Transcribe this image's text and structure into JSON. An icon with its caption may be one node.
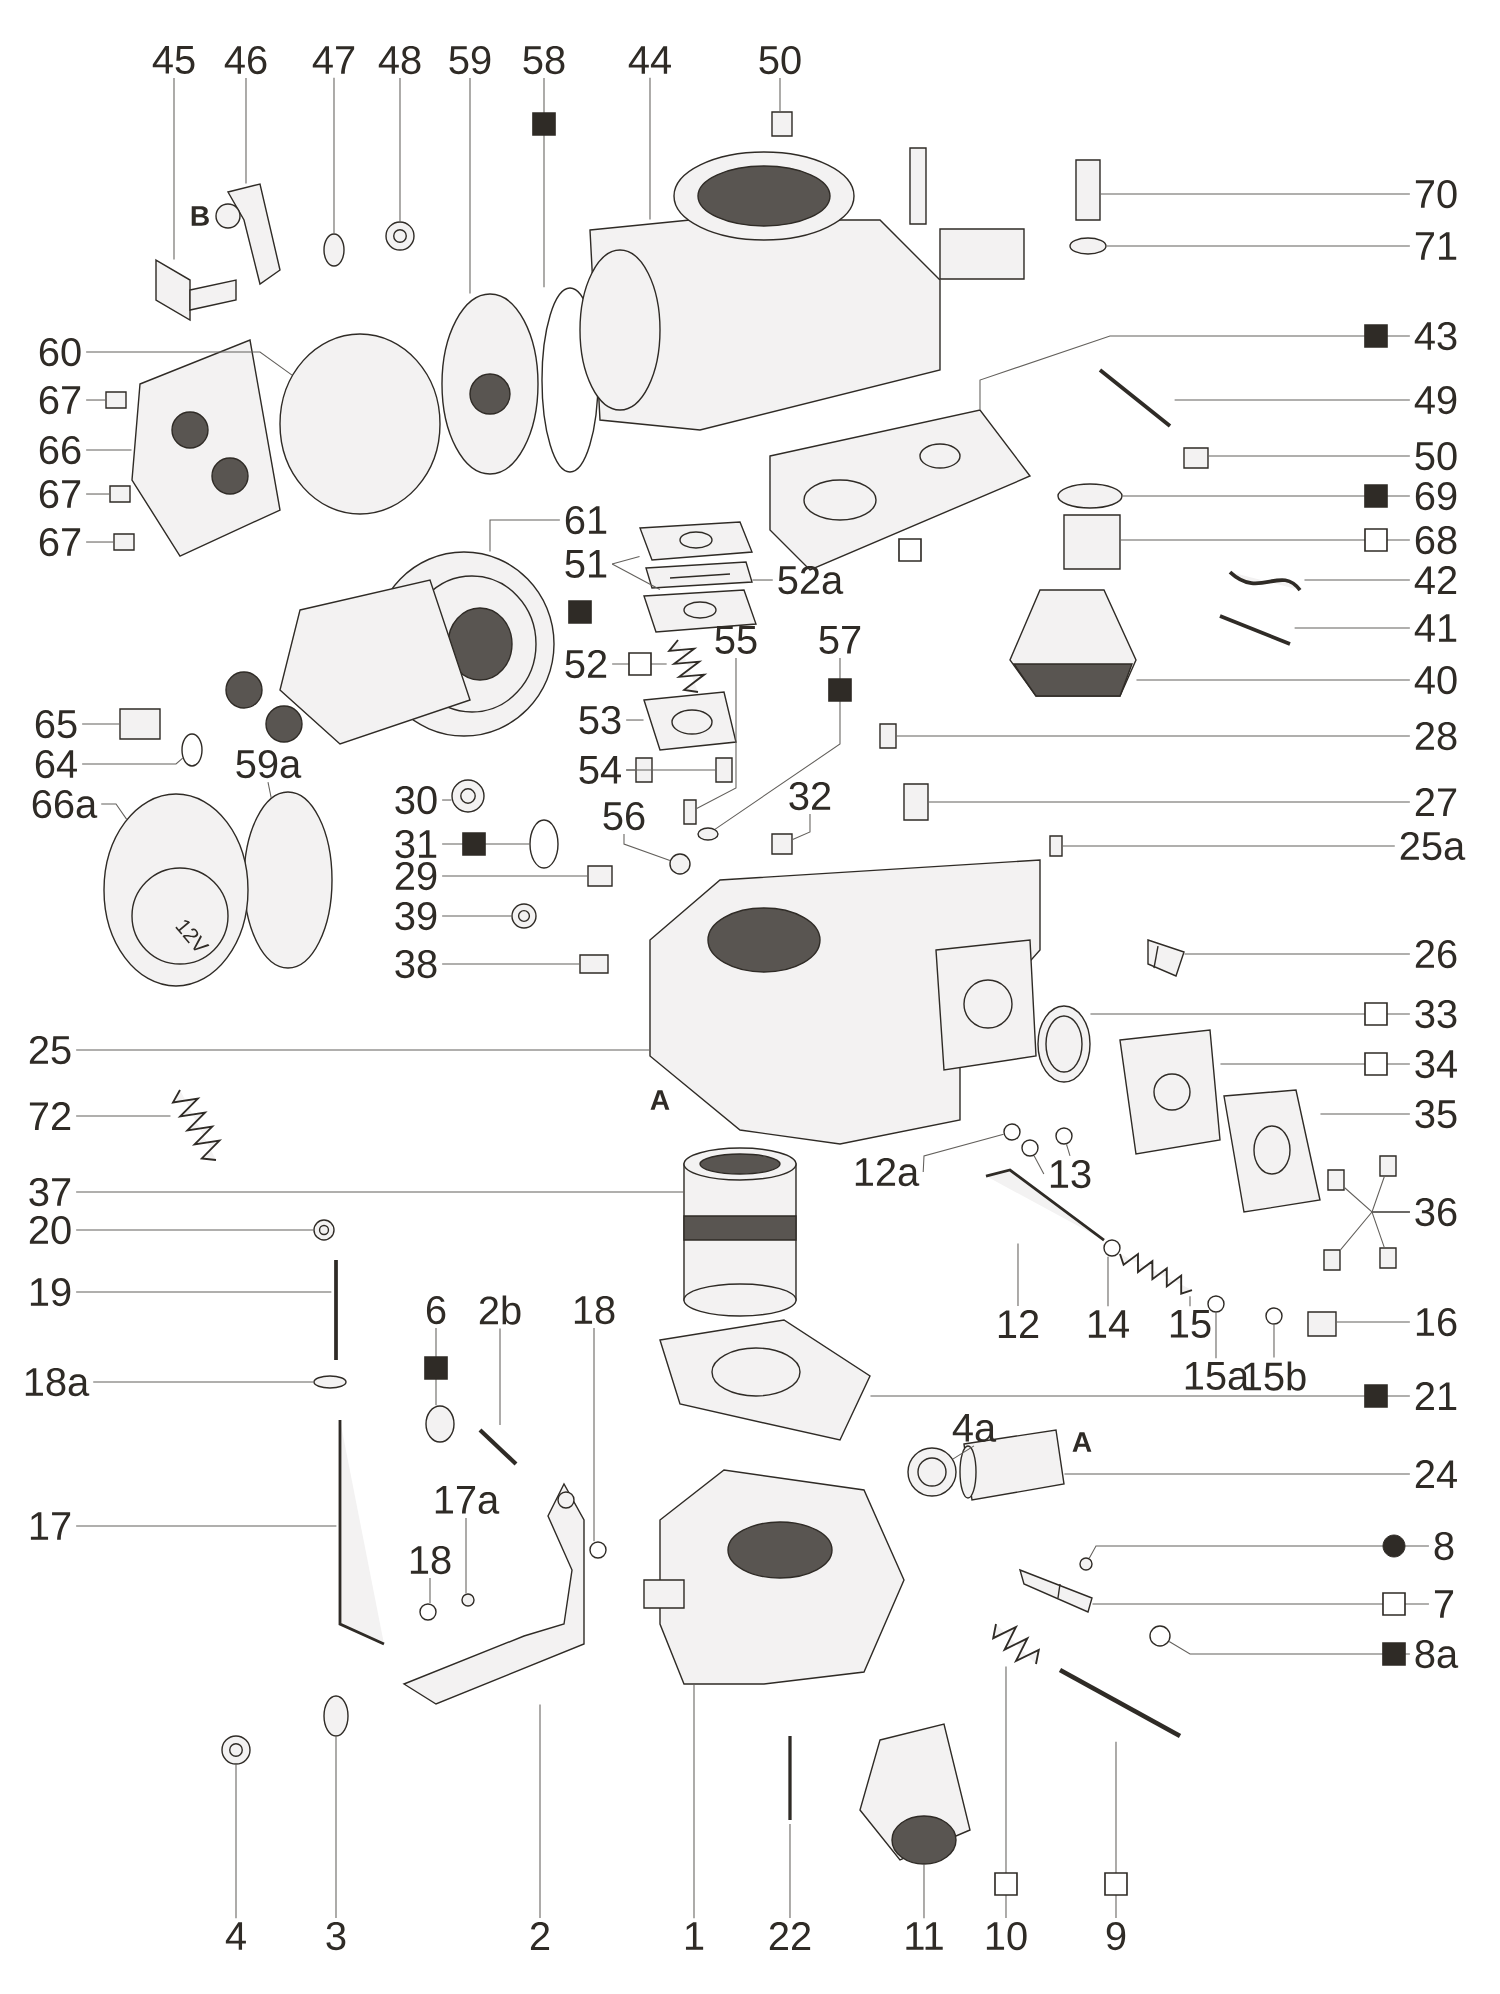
{
  "diagram": {
    "nodes": [
      {
        "text": [
          "45"
        ]
      },
      {
        "text": [
          "46"
        ]
      },
      {
        "text": [
          "47"
        ]
      },
      {
        "text": [
          "48"
        ]
      },
      {
        "text": [
          "59"
        ]
      },
      {
        "text": [
          "58"
        ]
      },
      {
        "text": [
          "44"
        ]
      },
      {
        "text": [
          "50"
        ]
      },
      {
        "text": [
          "70"
        ]
      },
      {
        "text": [
          "71"
        ]
      },
      {
        "text": [
          "43"
        ]
      },
      {
        "text": [
          "49"
        ]
      },
      {
        "text": [
          "50"
        ]
      },
      {
        "text": [
          "69"
        ]
      },
      {
        "text": [
          "68"
        ]
      },
      {
        "text": [
          "42"
        ]
      },
      {
        "text": [
          "41"
        ]
      },
      {
        "text": [
          "40"
        ]
      },
      {
        "text": [
          "28"
        ]
      },
      {
        "text": [
          "27"
        ]
      },
      {
        "text": [
          "25a"
        ]
      },
      {
        "text": [
          "26"
        ]
      },
      {
        "text": [
          "33"
        ]
      },
      {
        "text": [
          "34"
        ]
      },
      {
        "text": [
          "35"
        ]
      },
      {
        "text": [
          "36"
        ]
      },
      {
        "text": [
          "16"
        ]
      },
      {
        "text": [
          "21"
        ]
      },
      {
        "text": [
          "24"
        ]
      },
      {
        "text": [
          "8"
        ]
      },
      {
        "text": [
          "7"
        ]
      },
      {
        "text": [
          "8a"
        ]
      },
      {
        "text": [
          "60"
        ]
      },
      {
        "text": [
          "67"
        ]
      },
      {
        "text": [
          "66"
        ]
      },
      {
        "text": [
          "67"
        ]
      },
      {
        "text": [
          "67"
        ]
      },
      {
        "text": [
          "61"
        ]
      },
      {
        "text": [
          "51"
        ]
      },
      {
        "text": [
          "52"
        ]
      },
      {
        "text": [
          "52a"
        ]
      },
      {
        "text": [
          "53"
        ]
      },
      {
        "text": [
          "54"
        ]
      },
      {
        "text": [
          "55"
        ]
      },
      {
        "text": [
          "57"
        ]
      },
      {
        "text": [
          "56"
        ]
      },
      {
        "text": [
          "32"
        ]
      },
      {
        "text": [
          "30"
        ]
      },
      {
        "text": [
          "31"
        ]
      },
      {
        "text": [
          "29"
        ]
      },
      {
        "text": [
          "39"
        ]
      },
      {
        "text": [
          "38"
        ]
      },
      {
        "text": [
          "65"
        ]
      },
      {
        "text": [
          "64"
        ]
      },
      {
        "text": [
          "66a"
        ]
      },
      {
        "text": [
          "59a"
        ]
      },
      {
        "text": [
          "25"
        ]
      },
      {
        "text": [
          "72"
        ]
      },
      {
        "text": [
          "37"
        ]
      },
      {
        "text": [
          "20"
        ]
      },
      {
        "text": [
          "19"
        ]
      },
      {
        "text": [
          "18a"
        ]
      },
      {
        "text": [
          "17"
        ]
      },
      {
        "text": [
          "6"
        ]
      },
      {
        "text": [
          "2b"
        ]
      },
      {
        "text": [
          "18"
        ]
      },
      {
        "text": [
          "17a"
        ]
      },
      {
        "text": [
          "18"
        ]
      },
      {
        "text": [
          "4"
        ]
      },
      {
        "text": [
          "3"
        ]
      },
      {
        "text": [
          "2"
        ]
      },
      {
        "text": [
          "1"
        ]
      },
      {
        "text": [
          "22"
        ]
      },
      {
        "text": [
          "11"
        ]
      },
      {
        "text": [
          "10"
        ]
      },
      {
        "text": [
          "9"
        ]
      },
      {
        "text": [
          "12a"
        ]
      },
      {
        "text": [
          "13"
        ]
      },
      {
        "text": [
          "12"
        ]
      },
      {
        "text": [
          "14"
        ]
      },
      {
        "text": [
          "15"
        ]
      },
      {
        "text": [
          "15a"
        ]
      },
      {
        "text": [
          "15b"
        ]
      },
      {
        "text": [
          "4a"
        ]
      },
      {
        "text": [],
        "shape": "picture"
      },
      {
        "text": [],
        "shape": "picture"
      },
      {
        "text": [],
        "shape": "circle"
      },
      {
        "text": [],
        "shape": "picture"
      },
      {
        "text": [],
        "shape": "picture"
      },
      {
        "text": [],
        "shape": "circle"
      },
      {
        "text": [],
        "shape": "picture"
      },
      {
        "text": [],
        "shape": "box"
      },
      {
        "text": [],
        "shape": "box"
      },
      {
        "text": [],
        "shape": "circle"
      },
      {
        "text": [],
        "shape": "picture"
      },
      {
        "text": [],
        "shape": "picture"
      },
      {
        "text": [],
        "shape": "box"
      },
      {
        "text": [],
        "shape": "circle"
      },
      {
        "text": [],
        "shape": "box"
      },
      {
        "text": [],
        "shape": "picture"
      },
      {
        "text": [],
        "shape": "picture"
      },
      {
        "text": [],
        "shape": "picture"
      },
      {
        "text": [],
        "shape": "box"
      },
      {
        "text": [],
        "shape": "box"
      },
      {
        "text": [],
        "shape": "box"
      },
      {
        "text": [],
        "shape": "picture"
      },
      {
        "text": [],
        "shape": "picture"
      },
      {
        "text": [],
        "shape": "picture"
      },
      {
        "text": [],
        "shape": "picture"
      },
      {
        "text": [],
        "shape": "box"
      },
      {
        "text": [],
        "shape": "box"
      },
      {
        "text": [],
        "shape": "box"
      },
      {
        "text": [],
        "shape": "box"
      },
      {
        "text": [],
        "shape": "box"
      },
      {
        "text": [],
        "shape": "picture"
      },
      {
        "text": [],
        "shape": "picture"
      },
      {
        "text": [],
        "shape": "circle"
      },
      {
        "text": [],
        "shape": "picture"
      },
      {
        "text": [],
        "shape": "circle"
      },
      {
        "text": [],
        "shape": "circle"
      },
      {
        "text": [],
        "shape": "box"
      },
      {
        "text": [],
        "shape": "picture"
      },
      {
        "text": [],
        "shape": "box"
      },
      {
        "text": [],
        "shape": "box"
      },
      {
        "text": [],
        "shape": "picture"
      },
      {
        "text": [],
        "shape": "picture"
      },
      {
        "text": [],
        "shape": "picture"
      },
      {
        "text": [],
        "shape": "picture"
      },
      {
        "text": [],
        "shape": "picture"
      },
      {
        "text": [],
        "shape": "picture"
      },
      {
        "text": [],
        "shape": "box"
      },
      {
        "text": [],
        "shape": "box"
      },
      {
        "text": [],
        "shape": "box"
      },
      {
        "text": [],
        "shape": "circle"
      },
      {
        "text": [],
        "shape": "circle"
      },
      {
        "text": [],
        "shape": "box"
      },
      {
        "text": [],
        "shape": "picture"
      },
      {
        "text": [],
        "shape": "circle"
      },
      {
        "text": [],
        "shape": "box"
      },
      {
        "text": [],
        "shape": "picture"
      },
      {
        "text": [],
        "shape": "box"
      },
      {
        "text": [],
        "shape": "box"
      },
      {
        "text": [],
        "shape": "circle"
      },
      {
        "text": [],
        "shape": "picture"
      },
      {
        "text": [],
        "shape": "circle"
      },
      {
        "text": [],
        "shape": "picture"
      },
      {
        "text": [],
        "shape": "picture"
      },
      {
        "text": [],
        "shape": "picture"
      },
      {
        "text": [],
        "shape": "picture"
      },
      {
        "text": [],
        "shape": "picture"
      },
      {
        "text": [],
        "shape": "circle"
      },
      {
        "text": [],
        "shape": "picture"
      },
      {
        "text": [],
        "shape": "circle"
      },
      {
        "text": [],
        "shape": "picture"
      },
      {
        "text": [],
        "shape": "circle"
      },
      {
        "text": [],
        "shape": "circle"
      },
      {
        "text": [],
        "shape": "circle"
      },
      {
        "text": [],
        "shape": "picture"
      },
      {
        "text": [],
        "shape": "circle"
      },
      {
        "text": [],
        "shape": "picture"
      },
      {
        "text": [],
        "shape": "picture"
      },
      {
        "text": [],
        "shape": "picture"
      },
      {
        "text": [],
        "shape": "picture"
      },
      {
        "text": [],
        "shape": "picture"
      },
      {
        "text": [],
        "shape": "picture"
      },
      {
        "text": [],
        "shape": "circle"
      },
      {
        "text": [],
        "shape": "circle"
      },
      {
        "text": [],
        "shape": "circle"
      },
      {
        "text": [],
        "shape": "picture"
      },
      {
        "text": [],
        "shape": "circle"
      },
      {
        "text": [],
        "shape": "picture"
      },
      {
        "text": [],
        "shape": "circle"
      },
      {
        "text": [],
        "shape": "circle"
      },
      {
        "text": [],
        "shape": "picture"
      }
    ],
    "edges": [
      {
        "from": 0,
        "to": 84,
        "arrow": "none"
      },
      {
        "from": 1,
        "to": 85,
        "arrow": "none"
      },
      {
        "from": 2,
        "to": 86,
        "arrow": "none"
      },
      {
        "from": 3,
        "to": 87,
        "arrow": "none"
      },
      {
        "from": 4,
        "to": 88,
        "arrow": "none"
      },
      {
        "from": 5,
        "to": 89,
        "arrow": "none"
      },
      {
        "from": 6,
        "to": 90,
        "arrow": "none"
      },
      {
        "from": 7,
        "to": 91,
        "arrow": "none"
      },
      {
        "from": 8,
        "to": 92,
        "arrow": "none"
      },
      {
        "from": 9,
        "to": 93,
        "arrow": "none"
      },
      {
        "from": 10,
        "to": 94,
        "arrow": "none"
      },
      {
        "from": 11,
        "to": 95,
        "arrow": "none"
      },
      {
        "from": 12,
        "to": 96,
        "arrow": "none"
      },
      {
        "from": 13,
        "to": 97,
        "arrow": "none"
      },
      {
        "from": 14,
        "to": 98,
        "arrow": "none"
      },
      {
        "from": 15,
        "to": 99,
        "arrow": "none"
      },
      {
        "from": 16,
        "to": 100,
        "arrow": "none"
      },
      {
        "from": 17,
        "to": 101,
        "arrow": "none"
      },
      {
        "from": 18,
        "to": 102,
        "arrow": "none"
      },
      {
        "from": 19,
        "to": 103,
        "arrow": "none"
      },
      {
        "from": 20,
        "to": 104,
        "arrow": "none"
      },
      {
        "from": 21,
        "to": 105,
        "arrow": "none"
      },
      {
        "from": 22,
        "to": 106,
        "arrow": "none"
      },
      {
        "from": 23,
        "to": 107,
        "arrow": "none"
      },
      {
        "from": 24,
        "to": 108,
        "arrow": "none"
      },
      {
        "from": 25,
        "to": 109,
        "arrow": "none"
      },
      {
        "from": 25,
        "to": 110,
        "arrow": "none"
      },
      {
        "from": 25,
        "to": 111,
        "arrow": "none"
      },
      {
        "from": 25,
        "to": 112,
        "arrow": "none"
      },
      {
        "from": 26,
        "to": 113,
        "arrow": "none"
      },
      {
        "from": 27,
        "to": 114,
        "arrow": "none"
      },
      {
        "from": 28,
        "to": 115,
        "arrow": "none"
      },
      {
        "from": 29,
        "to": 116,
        "arrow": "none"
      },
      {
        "from": 30,
        "to": 117,
        "arrow": "none"
      },
      {
        "from": 31,
        "to": 118,
        "arrow": "none"
      },
      {
        "from": 32,
        "to": 119,
        "arrow": "none"
      },
      {
        "from": 33,
        "to": 120,
        "arrow": "none"
      },
      {
        "from": 34,
        "to": 121,
        "arrow": "none"
      },
      {
        "from": 35,
        "to": 122,
        "arrow": "none"
      },
      {
        "from": 36,
        "to": 123,
        "arrow": "none"
      },
      {
        "from": 37,
        "to": 124,
        "arrow": "none"
      },
      {
        "from": 38,
        "to": 125,
        "arrow": "none"
      },
      {
        "from": 38,
        "to": 126,
        "arrow": "none"
      },
      {
        "from": 39,
        "to": 127,
        "arrow": "none"
      },
      {
        "from": 40,
        "to": 128,
        "arrow": "none"
      },
      {
        "from": 41,
        "to": 129,
        "arrow": "none"
      },
      {
        "from": 42,
        "to": 130,
        "arrow": "none"
      },
      {
        "from": 42,
        "to": 131,
        "arrow": "none"
      },
      {
        "from": 43,
        "to": 132,
        "arrow": "none"
      },
      {
        "from": 44,
        "to": 133,
        "arrow": "none"
      },
      {
        "from": 45,
        "to": 134,
        "arrow": "none"
      },
      {
        "from": 46,
        "to": 135,
        "arrow": "none"
      },
      {
        "from": 47,
        "to": 136,
        "arrow": "none"
      },
      {
        "from": 48,
        "to": 137,
        "arrow": "none"
      },
      {
        "from": 49,
        "to": 138,
        "arrow": "none"
      },
      {
        "from": 50,
        "to": 139,
        "arrow": "none"
      },
      {
        "from": 51,
        "to": 140,
        "arrow": "none"
      },
      {
        "from": 52,
        "to": 141,
        "arrow": "none"
      },
      {
        "from": 53,
        "to": 142,
        "arrow": "none"
      },
      {
        "from": 54,
        "to": 143,
        "arrow": "none"
      },
      {
        "from": 55,
        "to": 144,
        "arrow": "none"
      },
      {
        "from": 56,
        "to": 145,
        "arrow": "none"
      },
      {
        "from": 57,
        "to": 146,
        "arrow": "none"
      },
      {
        "from": 58,
        "to": 147,
        "arrow": "none"
      },
      {
        "from": 59,
        "to": 148,
        "arrow": "none"
      },
      {
        "from": 60,
        "to": 149,
        "arrow": "none"
      },
      {
        "from": 61,
        "to": 150,
        "arrow": "none"
      },
      {
        "from": 62,
        "to": 151,
        "arrow": "none"
      },
      {
        "from": 63,
        "to": 152,
        "arrow": "none"
      },
      {
        "from": 64,
        "to": 153,
        "arrow": "none"
      },
      {
        "from": 65,
        "to": 154,
        "arrow": "none"
      },
      {
        "from": 66,
        "to": 155,
        "arrow": "none"
      },
      {
        "from": 67,
        "to": 156,
        "arrow": "none"
      },
      {
        "from": 68,
        "to": 157,
        "arrow": "none"
      },
      {
        "from": 69,
        "to": 158,
        "arrow": "none"
      },
      {
        "from": 70,
        "to": 159,
        "arrow": "none"
      },
      {
        "from": 71,
        "to": 160,
        "arrow": "none"
      },
      {
        "from": 72,
        "to": 161,
        "arrow": "none"
      },
      {
        "from": 73,
        "to": 162,
        "arrow": "none"
      },
      {
        "from": 74,
        "to": 163,
        "arrow": "none"
      },
      {
        "from": 75,
        "to": 164,
        "arrow": "none"
      },
      {
        "from": 76,
        "to": 165,
        "arrow": "none"
      },
      {
        "from": 77,
        "to": 166,
        "arrow": "none"
      },
      {
        "from": 77,
        "to": 167,
        "arrow": "none"
      },
      {
        "from": 78,
        "to": 168,
        "arrow": "none"
      },
      {
        "from": 79,
        "to": 169,
        "arrow": "none"
      },
      {
        "from": 80,
        "to": 170,
        "arrow": "none"
      },
      {
        "from": 81,
        "to": 171,
        "arrow": "none"
      },
      {
        "from": 82,
        "to": 172,
        "arrow": "none"
      },
      {
        "from": 83,
        "to": 173,
        "arrow": "none"
      }
    ],
    "labels": [
      "B",
      "12V",
      "A",
      "A"
    ]
  }
}
